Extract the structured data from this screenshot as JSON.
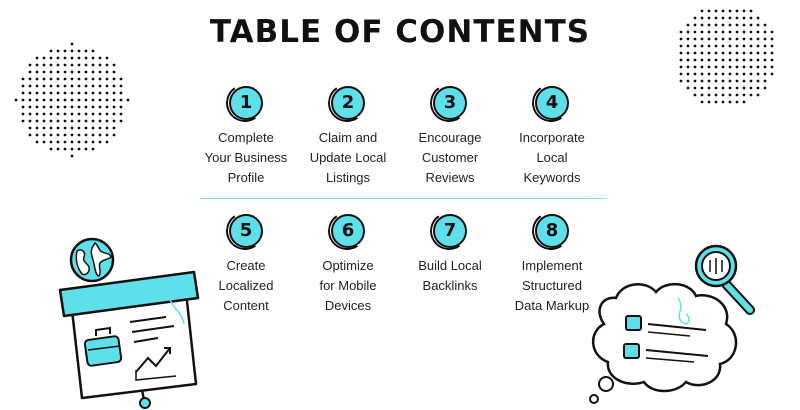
{
  "title": "TABLE OF CONTENTS",
  "items": [
    {
      "number": "1",
      "label": "Complete\nYour Business\nProfile"
    },
    {
      "number": "2",
      "label": "Claim and\nUpdate Local\nListings"
    },
    {
      "number": "3",
      "label": "Encourage\nCustomer\nReviews"
    },
    {
      "number": "4",
      "label": "Incorporate\nLocal\nKeywords"
    },
    {
      "number": "5",
      "label": "Create\nLocalized\nContent"
    },
    {
      "number": "6",
      "label": "Optimize\nfor Mobile\nDevices"
    },
    {
      "number": "7",
      "label": "Build Local\nBacklinks"
    },
    {
      "number": "8",
      "label": "Implement\nStructured\nData Markup"
    }
  ],
  "colors": {
    "accent": "#5ee0ea",
    "ink": "#111111",
    "divider": "#7fe1ea"
  },
  "icons": [
    "dot-pattern-left",
    "dot-pattern-right",
    "globe-icon",
    "presentation-board-icon",
    "magnifier-icon",
    "thought-bubble-checklist-icon"
  ]
}
